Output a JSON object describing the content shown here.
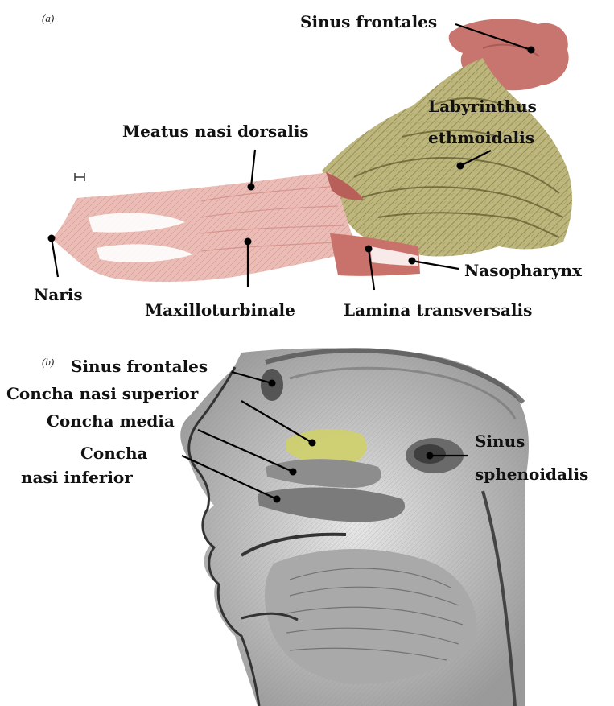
{
  "panels": {
    "a": {
      "letter": "(a)",
      "labels": {
        "sinus_frontales": "Sinus frontales",
        "labyrinthus_1": "Labyrinthus",
        "labyrinthus_2": "ethmoidalis",
        "meatus": "Meatus nasi dorsalis",
        "naris": "Naris",
        "maxilloturbinale": "Maxilloturbinale",
        "lamina": "Lamina transversalis",
        "nasopharynx": "Nasopharynx"
      }
    },
    "b": {
      "letter": "(b)",
      "labels": {
        "sinus_frontales": "Sinus frontales",
        "concha_superior": "Concha nasi superior",
        "concha_media": "Concha media",
        "concha_inferior_1": "Concha",
        "concha_inferior_2": "nasi inferior",
        "sinus_sphenoidalis_1": "Sinus",
        "sinus_sphenoidalis_2": "sphenoidalis"
      }
    }
  },
  "colors": {
    "bone_pink": "#e7b2ac",
    "bone_pink_dark": "#c9726c",
    "sinus_red": "#c86f6a",
    "ethmoid_olive": "#b9b27a",
    "ethmoid_dark": "#6f6a3c",
    "superior_concha_highlight": "#c8c85a",
    "anatomy_gray": "#bdbdbd"
  }
}
